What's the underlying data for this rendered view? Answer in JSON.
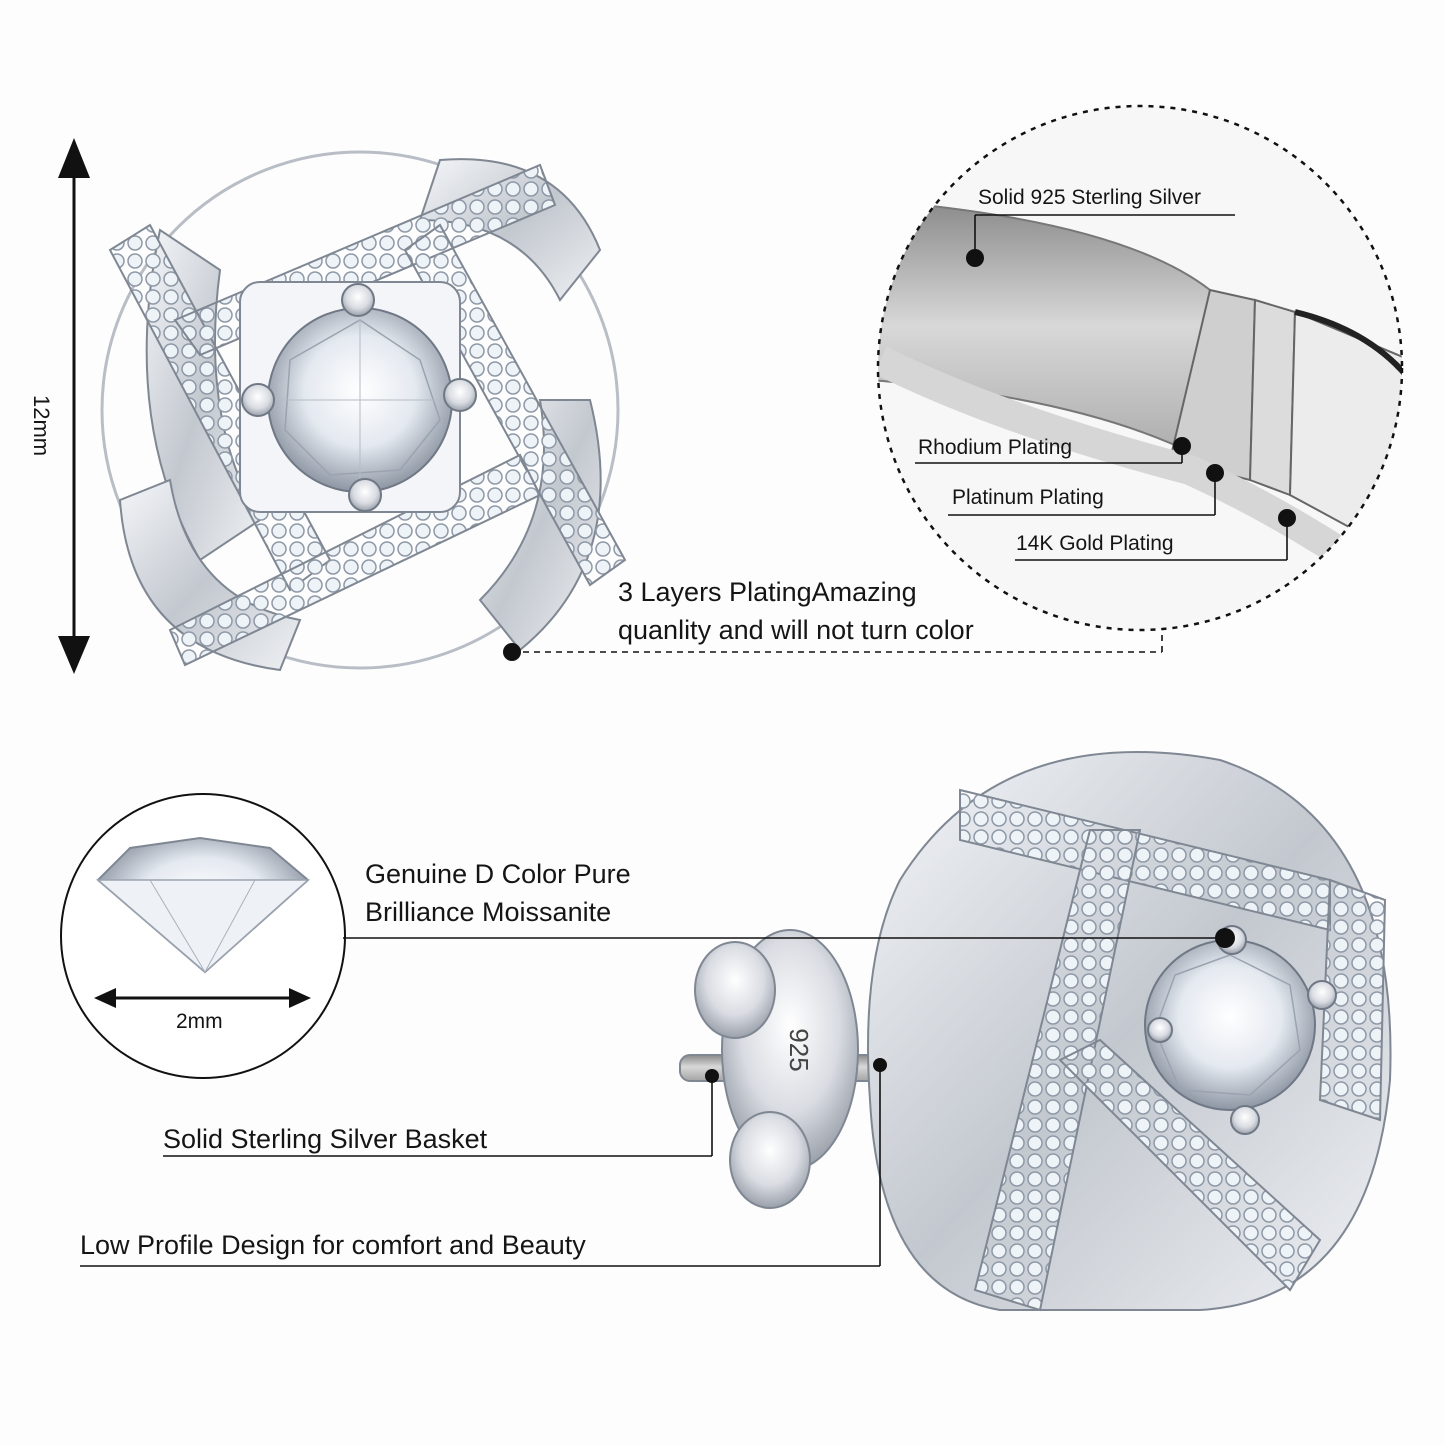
{
  "dimensions": {
    "height_label": "12mm",
    "stone_label": "2mm"
  },
  "callouts": {
    "solid_silver": "Solid 925 Sterling Silver",
    "rhodium": "Rhodium Plating",
    "platinum": "Platinum Plating",
    "gold": "14K Gold Plating",
    "plating_line1": "3 Layers PlatingAmazing",
    "plating_line2": "quanlity and will not turn color",
    "stone_line1": "Genuine D Color Pure",
    "stone_line2": "Brilliance Moissanite",
    "basket": "Solid Sterling Silver Basket",
    "profile": "Low Profile Design for comfort and Beauty"
  },
  "stamp": "925",
  "colors": {
    "background": "#fdfdfd",
    "silver": "#c9ccd2",
    "text": "#151515"
  }
}
